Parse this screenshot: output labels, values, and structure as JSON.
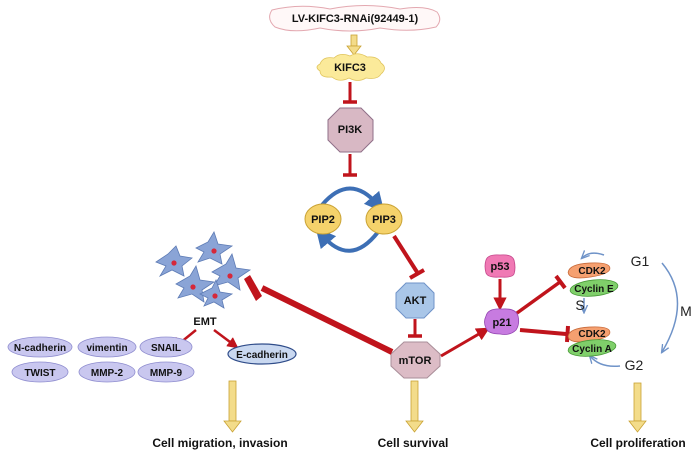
{
  "nodes": {
    "rnai": "LV-KIFC3-RNAi(92449-1)",
    "kifc3": "KIFC3",
    "pi3k": "PI3K",
    "pip2": "PIP2",
    "pip3": "PIP3",
    "akt": "AKT",
    "mtor": "mTOR",
    "emt": "EMT",
    "p53": "p53",
    "p21": "p21",
    "cdk2_top": "CDK2",
    "cyclin_e": "Cyclin E",
    "cdk2_bottom": "CDK2",
    "cyclin_a": "Cyclin A"
  },
  "markers": [
    "N-cadherin",
    "vimentin",
    "SNAIL",
    "TWIST",
    "MMP-2",
    "MMP-9",
    "E-cadherin"
  ],
  "cell_cycle": {
    "g1": "G1",
    "s": "S",
    "g2": "G2",
    "m": "M"
  },
  "outcomes": {
    "migration": "Cell migration, invasion",
    "survival": "Cell survival",
    "proliferation": "Cell proliferation"
  },
  "colors": {
    "inhibit": "#c0141c",
    "akt": "#a9c6e8",
    "pip": "#f5d26b",
    "pi3k": "#d8b8c4",
    "marker": "#c9c7ef",
    "p53": "#f079b4",
    "p21": "#c77be0",
    "cdk2": "#f5a070",
    "cyclin": "#7fcf6a",
    "cell": "#8aa4d6",
    "yellow_arrow": "#e8c24a"
  }
}
